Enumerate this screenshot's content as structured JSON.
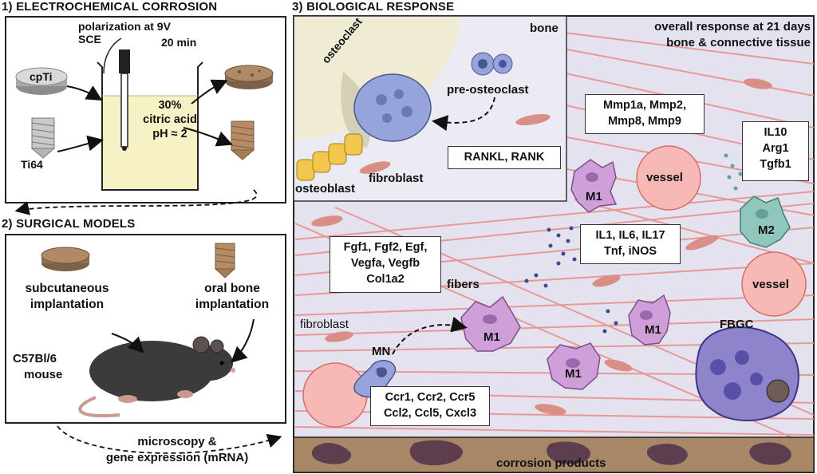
{
  "section1": {
    "title": "1) ELECTROCHEMICAL CORROSION",
    "polarization": "polarization at 9V",
    "sce": "SCE",
    "time": "20 min",
    "sample1": "cpTi",
    "sample2": "Ti64",
    "solution": [
      "30%",
      "citric acid",
      "pH ≈ 2"
    ]
  },
  "section2": {
    "title": "2) SURGICAL MODELS",
    "subcutaneous": [
      "subcutaneous",
      "implantation"
    ],
    "oral": [
      "oral bone",
      "implantation"
    ],
    "mouse": [
      "C57Bl/6",
      "mouse"
    ],
    "analysis": [
      "microscopy &",
      "gene expression (mRNA)"
    ]
  },
  "section3": {
    "title": "3) BIOLOGICAL RESPONSE",
    "overall": [
      "overall response at 21 days",
      "bone & connective tissue"
    ],
    "bone": "bone",
    "osteoclast": "osteoclast",
    "pre_osteoclast": "pre-osteoclast",
    "osteoblast": "osteoblast",
    "fibroblast_top": "fibroblast",
    "rankl": "RANKL, RANK",
    "mmp": [
      "Mmp1a, Mmp2,",
      "Mmp8, Mmp9"
    ],
    "il10": [
      "IL10",
      "Arg1",
      "Tgfb1"
    ],
    "vessel": "vessel",
    "m1": "M1",
    "m2": "M2",
    "il1": [
      "IL1, IL6, IL17",
      "Tnf, iNOS"
    ],
    "fgf": [
      "Fgf1, Fgf2, Egf,",
      "Vegfa, Vegfb",
      "Col1a2"
    ],
    "fibers": "fibers",
    "fibroblast_bottom": "fibroblast",
    "mn": "MN",
    "fbgc": "FBGC",
    "ccr": [
      "Ccr1, Ccr2, Ccr5",
      "Ccl2, Ccl5, Cxcl3"
    ],
    "corrosion": "corrosion products"
  },
  "colors": {
    "tissue": "#e4e2ef",
    "fiber": "#e88d86",
    "solution": "#f7f1c6",
    "bone": "#f0ecd4",
    "m1": "#cf9fd9",
    "m2": "#8fc7bd",
    "vessel": "#f7b9b6",
    "cell_blue": "#97a4dc",
    "corrosion_band": "#a88766"
  }
}
